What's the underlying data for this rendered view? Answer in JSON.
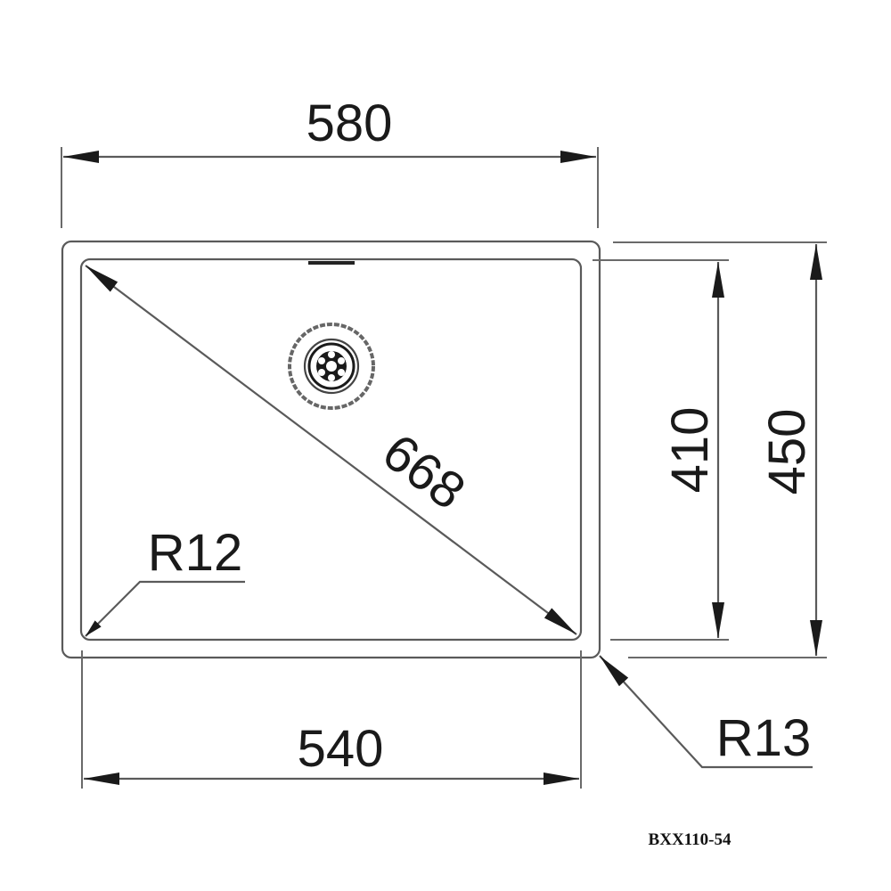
{
  "drawing": {
    "title": "Sink technical drawing",
    "model_code": "BXX110-54",
    "dimensions": {
      "outer_width": "580",
      "inner_width": "540",
      "inner_height": "410",
      "outer_height": "450",
      "diagonal": "668",
      "inner_radius": "R12",
      "outer_radius": "R13"
    },
    "components": {
      "drain": "drain-strainer",
      "overflow": "overflow-slot"
    },
    "colors": {
      "line": "#5a5a5a",
      "arrow": "#1a1a1a",
      "text": "#1a1a1a",
      "background": "#ffffff"
    }
  }
}
